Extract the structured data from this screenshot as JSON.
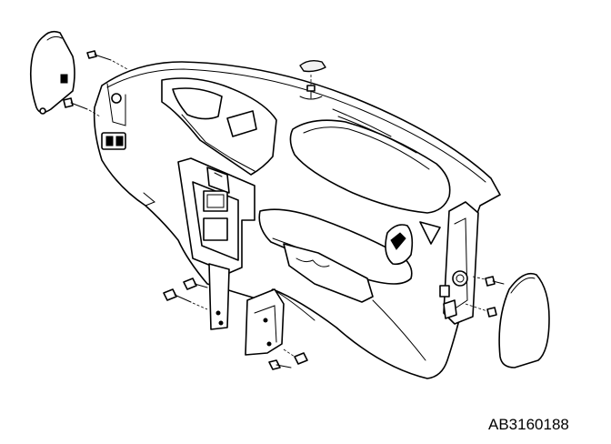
{
  "figure": {
    "reference_code": "AB3160188"
  },
  "colors": {
    "line": "#000000",
    "background": "#ffffff"
  },
  "parts": [
    "left-end-cap",
    "right-end-cap",
    "dashboard-panel",
    "center-console-bracket",
    "top-vent-grille",
    "right-rotary-knob",
    "mounting-screws"
  ]
}
